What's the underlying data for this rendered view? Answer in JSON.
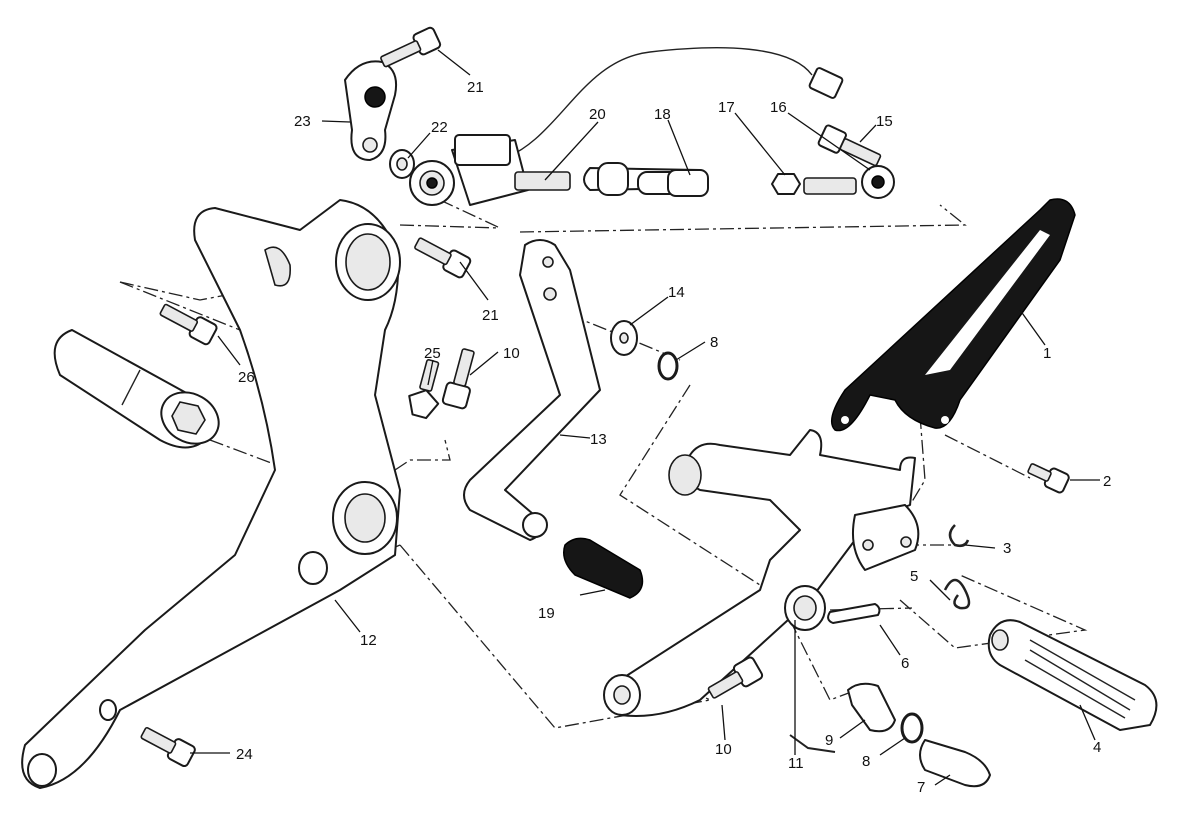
{
  "diagram": {
    "callouts": [
      {
        "id": "c1",
        "label": "1"
      },
      {
        "id": "c2",
        "label": "2"
      },
      {
        "id": "c3",
        "label": "3"
      },
      {
        "id": "c4",
        "label": "4"
      },
      {
        "id": "c5",
        "label": "5"
      },
      {
        "id": "c6",
        "label": "6"
      },
      {
        "id": "c7",
        "label": "7"
      },
      {
        "id": "c8a",
        "label": "8"
      },
      {
        "id": "c8b",
        "label": "8"
      },
      {
        "id": "c9",
        "label": "9"
      },
      {
        "id": "c10a",
        "label": "10"
      },
      {
        "id": "c10b",
        "label": "10"
      },
      {
        "id": "c11",
        "label": "11"
      },
      {
        "id": "c12",
        "label": "12"
      },
      {
        "id": "c13",
        "label": "13"
      },
      {
        "id": "c14",
        "label": "14"
      },
      {
        "id": "c15",
        "label": "15"
      },
      {
        "id": "c16",
        "label": "16"
      },
      {
        "id": "c17",
        "label": "17"
      },
      {
        "id": "c18",
        "label": "18"
      },
      {
        "id": "c19",
        "label": "19"
      },
      {
        "id": "c20",
        "label": "20"
      },
      {
        "id": "c21a",
        "label": "21"
      },
      {
        "id": "c21b",
        "label": "21"
      },
      {
        "id": "c22",
        "label": "22"
      },
      {
        "id": "c23",
        "label": "23"
      },
      {
        "id": "c24",
        "label": "24"
      },
      {
        "id": "c25",
        "label": "25"
      },
      {
        "id": "c26",
        "label": "26"
      }
    ]
  }
}
